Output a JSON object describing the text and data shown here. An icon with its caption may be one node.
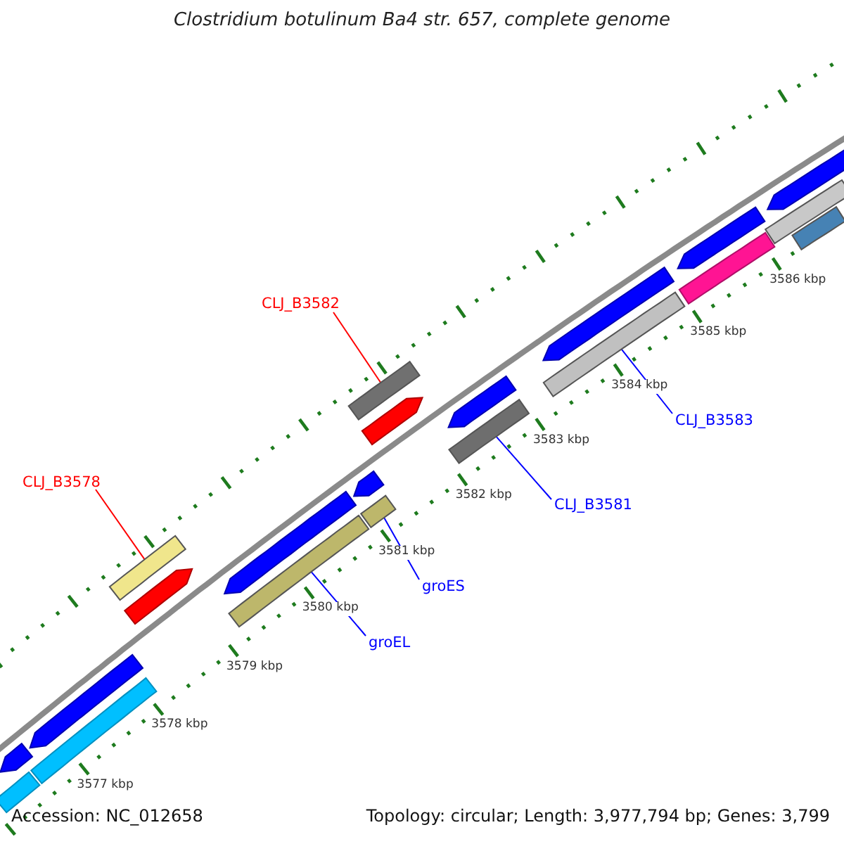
{
  "diagram": {
    "title": "Clostridium botulinum Ba4 str. 657, complete genome",
    "nodes": [
      {
        "text": [
          "CLJ_B3582"
        ]
      },
      {
        "text": [],
        "shape": "bar"
      },
      {
        "text": [
          "CLJ_B3578"
        ]
      },
      {
        "text": [],
        "shape": "bar"
      },
      {
        "text": [
          "groES"
        ]
      },
      {
        "text": [],
        "shape": "bar"
      },
      {
        "text": [
          "groEL"
        ]
      },
      {
        "text": [],
        "shape": "bar"
      },
      {
        "text": [
          "CLJ_B3581"
        ]
      },
      {
        "text": [],
        "shape": "bar"
      },
      {
        "text": [
          "CLJ_B3583"
        ]
      },
      {
        "text": [],
        "shape": "bar"
      },
      {
        "text": [],
        "shape": "bar"
      },
      {
        "text": [],
        "shape": "bar"
      },
      {
        "text": [],
        "shape": "bar"
      },
      {
        "text": [],
        "shape": "bar"
      },
      {
        "text": [],
        "shape": "bar"
      },
      {
        "text": [],
        "shape": "bar"
      },
      {
        "text": [],
        "shape": "bar"
      },
      {
        "text": [],
        "shape": "bar"
      },
      {
        "text": [],
        "shape": "bar"
      },
      {
        "text": [],
        "shape": "bar"
      },
      {
        "text": [],
        "shape": "bar"
      },
      {
        "text": [],
        "shape": "bar"
      },
      {
        "text": [],
        "shape": "bar"
      },
      {
        "text": [],
        "shape": "bar"
      },
      {
        "text": [],
        "shape": "bar"
      }
    ],
    "edges": [
      {
        "from": 0,
        "to": 1,
        "arrow": "none",
        "color": "#ff0000"
      },
      {
        "from": 2,
        "to": 3,
        "arrow": "none",
        "color": "#ff0000"
      },
      {
        "from": 4,
        "to": 5,
        "arrow": "none"
      },
      {
        "from": 6,
        "to": 7,
        "arrow": "none"
      },
      {
        "from": 8,
        "to": 9,
        "arrow": "none"
      },
      {
        "from": 10,
        "to": 11,
        "arrow": "none"
      }
    ],
    "labels": [
      "3586 kbp",
      "3585 kbp",
      "3584 kbp",
      "3583 kbp",
      "3582 kbp",
      "3581 kbp",
      "3580 kbp",
      "3579 kbp",
      "3578 kbp",
      "3577 kbp",
      "Accession: NC_012658",
      "Topology: circular; Length: 3,977,794 bp; Genes: 3,799"
    ]
  }
}
